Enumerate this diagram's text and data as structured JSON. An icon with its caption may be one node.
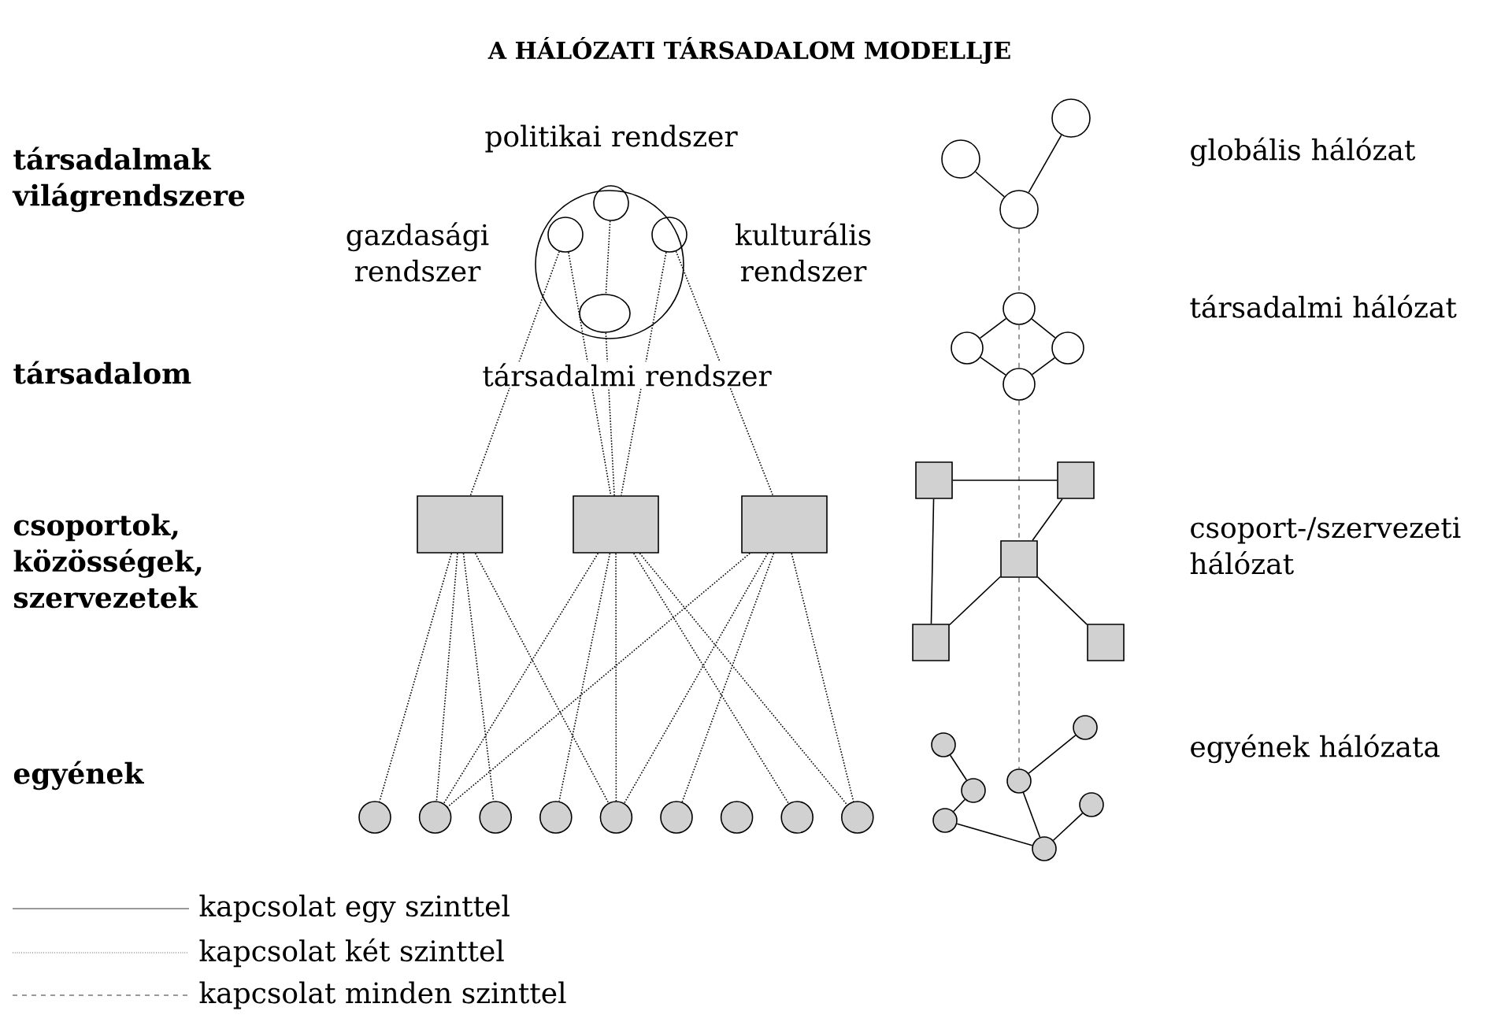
{
  "diagram": {
    "title": "A HÁLÓZATI TÁRSADALOM MODELLJE",
    "nodes": [
      {
        "text": [],
        "shape": "circle"
      },
      {
        "text": [],
        "shape": "circle",
        "in": 0,
        "beside": [
          "politikai rendszer"
        ]
      },
      {
        "text": [],
        "shape": "circle",
        "in": 0,
        "beside": [
          "gazdasági rendszer"
        ]
      },
      {
        "text": [],
        "shape": "circle",
        "in": 0,
        "beside": [
          "kulturális rendszer"
        ]
      },
      {
        "text": [],
        "shape": "ellipse",
        "in": 0,
        "beside": [
          "társadalmi rendszer"
        ]
      },
      {
        "text": [],
        "shape": "box"
      },
      {
        "text": [],
        "shape": "box"
      },
      {
        "text": [],
        "shape": "box"
      },
      {
        "text": [],
        "shape": "circle"
      },
      {
        "text": [],
        "shape": "circle"
      },
      {
        "text": [],
        "shape": "circle"
      },
      {
        "text": [],
        "shape": "circle"
      },
      {
        "text": [],
        "shape": "circle"
      },
      {
        "text": [],
        "shape": "circle"
      },
      {
        "text": [],
        "shape": "circle"
      },
      {
        "text": [],
        "shape": "circle"
      },
      {
        "text": [],
        "shape": "circle"
      },
      {
        "text": [],
        "shape": "circle"
      },
      {
        "text": [],
        "shape": "circle"
      },
      {
        "text": [],
        "shape": "circle"
      },
      {
        "text": [],
        "shape": "circle"
      },
      {
        "text": [],
        "shape": "circle"
      },
      {
        "text": [],
        "shape": "circle"
      },
      {
        "text": [],
        "shape": "circle"
      },
      {
        "text": [],
        "shape": "box"
      },
      {
        "text": [],
        "shape": "box"
      },
      {
        "text": [],
        "shape": "box"
      },
      {
        "text": [],
        "shape": "box"
      },
      {
        "text": [],
        "shape": "box"
      },
      {
        "text": [],
        "shape": "circle"
      },
      {
        "text": [],
        "shape": "circle"
      },
      {
        "text": [],
        "shape": "circle"
      },
      {
        "text": [],
        "shape": "circle"
      },
      {
        "text": [],
        "shape": "circle"
      },
      {
        "text": [],
        "shape": "circle"
      },
      {
        "text": [],
        "shape": "circle"
      }
    ],
    "edges": [
      {
        "from": 1,
        "to": 4,
        "arrow": "none",
        "style": "dashed"
      },
      {
        "from": 4,
        "to": 6,
        "arrow": "none",
        "style": "dashed"
      },
      {
        "from": 2,
        "to": 5,
        "arrow": "none",
        "style": "dashed"
      },
      {
        "from": 2,
        "to": 6,
        "arrow": "none",
        "style": "dashed"
      },
      {
        "from": 3,
        "to": 6,
        "arrow": "none",
        "style": "dashed"
      },
      {
        "from": 3,
        "to": 7,
        "arrow": "none",
        "style": "dashed"
      },
      {
        "from": 5,
        "to": 8,
        "arrow": "none",
        "style": "dashed"
      },
      {
        "from": 5,
        "to": 9,
        "arrow": "none",
        "style": "dashed"
      },
      {
        "from": 5,
        "to": 10,
        "arrow": "none",
        "style": "dashed"
      },
      {
        "from": 5,
        "to": 12,
        "arrow": "none",
        "style": "dashed"
      },
      {
        "from": 6,
        "to": 9,
        "arrow": "none",
        "style": "dashed"
      },
      {
        "from": 6,
        "to": 11,
        "arrow": "none",
        "style": "dashed"
      },
      {
        "from": 6,
        "to": 12,
        "arrow": "none",
        "style": "dashed"
      },
      {
        "from": 6,
        "to": 15,
        "arrow": "none",
        "style": "dashed"
      },
      {
        "from": 6,
        "to": 16,
        "arrow": "none",
        "style": "dashed"
      },
      {
        "from": 7,
        "to": 9,
        "arrow": "none",
        "style": "dashed"
      },
      {
        "from": 7,
        "to": 12,
        "arrow": "none",
        "style": "dashed"
      },
      {
        "from": 7,
        "to": 13,
        "arrow": "none",
        "style": "dashed"
      },
      {
        "from": 7,
        "to": 16,
        "arrow": "none",
        "style": "dashed"
      },
      {
        "from": 19,
        "to": 18,
        "arrow": "none"
      },
      {
        "from": 19,
        "to": 17,
        "arrow": "none"
      },
      {
        "from": 19,
        "to": 20,
        "arrow": "none",
        "style": "dashed"
      },
      {
        "from": 20,
        "to": 21,
        "arrow": "none"
      },
      {
        "from": 20,
        "to": 22,
        "arrow": "none"
      },
      {
        "from": 21,
        "to": 23,
        "arrow": "none"
      },
      {
        "from": 22,
        "to": 23,
        "arrow": "none"
      },
      {
        "from": 20,
        "to": 23,
        "arrow": "none",
        "style": "dashed"
      },
      {
        "from": 23,
        "to": 26,
        "arrow": "none",
        "style": "dashed"
      },
      {
        "from": 24,
        "to": 25,
        "arrow": "none"
      },
      {
        "from": 24,
        "to": 27,
        "arrow": "none"
      },
      {
        "from": 25,
        "to": 26,
        "arrow": "none"
      },
      {
        "from": 26,
        "to": 27,
        "arrow": "none"
      },
      {
        "from": 26,
        "to": 28,
        "arrow": "none"
      },
      {
        "from": 26,
        "to": 32,
        "arrow": "none",
        "style": "dashed"
      },
      {
        "from": 30,
        "to": 31,
        "arrow": "none"
      },
      {
        "from": 31,
        "to": 33,
        "arrow": "none"
      },
      {
        "from": 33,
        "to": 35,
        "arrow": "none"
      },
      {
        "from": 32,
        "to": 29,
        "arrow": "none"
      },
      {
        "from": 32,
        "to": 35,
        "arrow": "none"
      },
      {
        "from": 34,
        "to": 35,
        "arrow": "none"
      }
    ],
    "labels": [
      "társadalmak világrendszere",
      "társadalom",
      "csoportok, közösségek, szervezetek",
      "egyének",
      "globális hálózat",
      "társadalmi hálózat",
      "csoport-/szervezeti hálózat",
      "egyének hálózata"
    ],
    "legend": [
      {
        "text": "kapcsolat egy szinttel"
      },
      {
        "text": "kapcsolat két szinttel"
      },
      {
        "text": "kapcsolat minden szinttel"
      }
    ]
  }
}
